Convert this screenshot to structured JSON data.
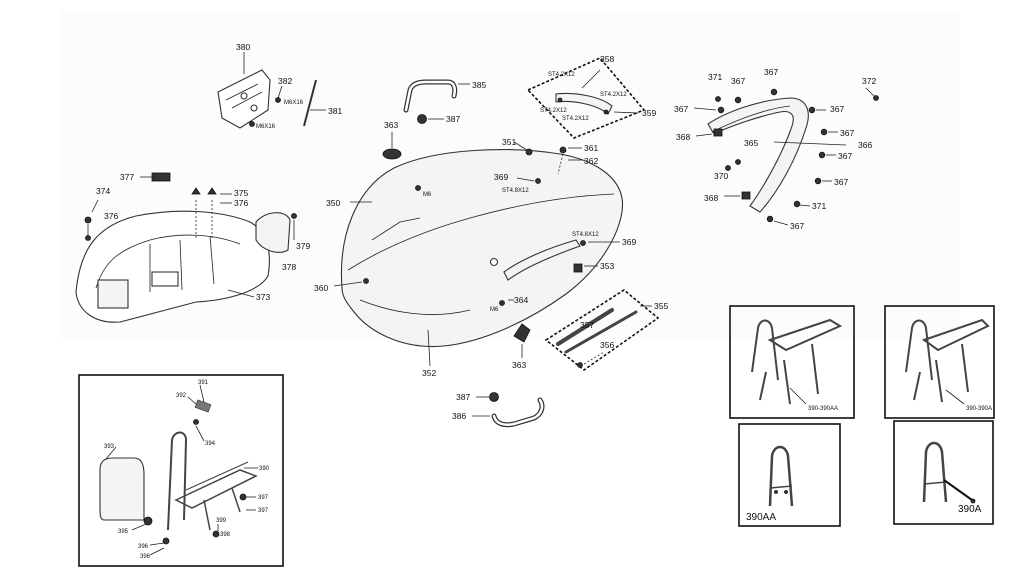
{
  "labels": {
    "p350": "350",
    "p351": "351",
    "p352": "352",
    "p353": "353",
    "p355": "355",
    "p356": "356",
    "p357": "357",
    "p358": "358",
    "p359": "359",
    "p360": "360",
    "p361": "361",
    "p362": "362",
    "p363a": "363",
    "p363b": "363",
    "p364": "364",
    "p365": "365",
    "p366": "366",
    "p367a": "367",
    "p367b": "367",
    "p367c": "367",
    "p367d": "367",
    "p367e": "367",
    "p367f": "367",
    "p367g": "367",
    "p367h": "367",
    "p368a": "368",
    "p368b": "368",
    "p369a": "369",
    "p369b": "369",
    "p370": "370",
    "p371a": "371",
    "p371b": "371",
    "p372": "372",
    "p373": "373",
    "p374": "374",
    "p375": "375",
    "p376a": "376",
    "p376b": "376",
    "p377": "377",
    "p378": "378",
    "p379": "379",
    "p380": "380",
    "p381": "381",
    "p382": "382",
    "p385": "385",
    "p386": "386",
    "p387a": "387",
    "p387b": "387",
    "st1": "ST4.2X12",
    "st2": "ST4.2X12",
    "st3": "ST4.2X12",
    "st4": "ST4.2X12",
    "st5": "ST4.8X12",
    "st6": "ST4.8X12",
    "m6a": "M6",
    "m6b": "M6",
    "m6x16a": "M6X16",
    "m6x16b": "M6X16",
    "inset390": "390",
    "inset391": "391",
    "inset392": "392",
    "inset393": "393",
    "inset394": "394",
    "inset395": "395",
    "inset396a": "396",
    "inset396b": "396",
    "inset397a": "397",
    "inset397b": "397",
    "inset398": "398",
    "inset399": "399",
    "rack1": "390-390AA",
    "rack2": "390-390A",
    "rack3": "390AA",
    "rack4": "390A"
  }
}
